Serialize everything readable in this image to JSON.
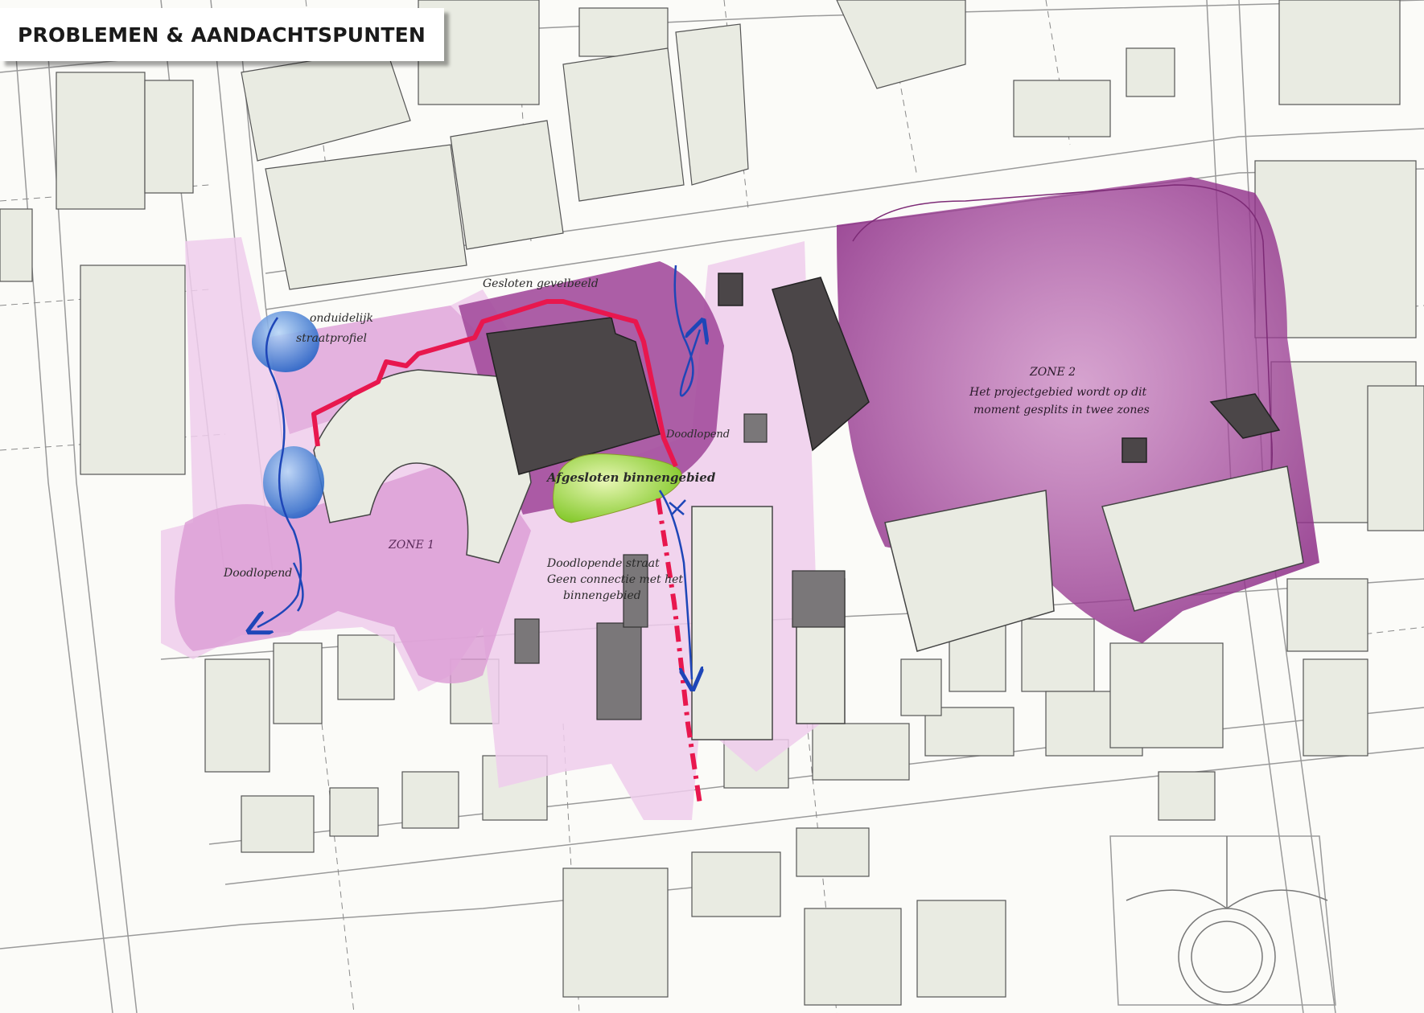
{
  "title": "PROBLEMEN & AANDACHTSPUNTEN",
  "labels": {
    "onduidelijk": "onduidelijk",
    "straatprofiel": "straatprofiel",
    "gesloten_gevelbeeld": "Gesloten gevelbeeld",
    "doodlopend_top": "Doodlopend",
    "afgesloten_binnengebied": "Afgesloten binnengebied",
    "doodlopende_straat": "Doodlopende straat",
    "geen_connectie": "Geen connectie met het",
    "binnengebied": "binnengebied",
    "zone1": "ZONE 1",
    "doodlopend_left": "Doodlopend",
    "zone2": "ZONE 2",
    "zone2_line1": "Het projectgebied wordt op dit",
    "zone2_line2": "moment gesplits in twee zones"
  },
  "colors": {
    "zone_light": "#efcdec",
    "zone_medium": "#d98fd2",
    "zone_dark": "#a8469e",
    "boundary_red": "#e8174e",
    "arrow_blue": "#1e46b8",
    "blue_blob": "#3d7fd6",
    "green_blob": "#8fd33a",
    "building": "#e9ebe2",
    "building_dark": "#4b4648",
    "building_grey": "#7a7779"
  }
}
